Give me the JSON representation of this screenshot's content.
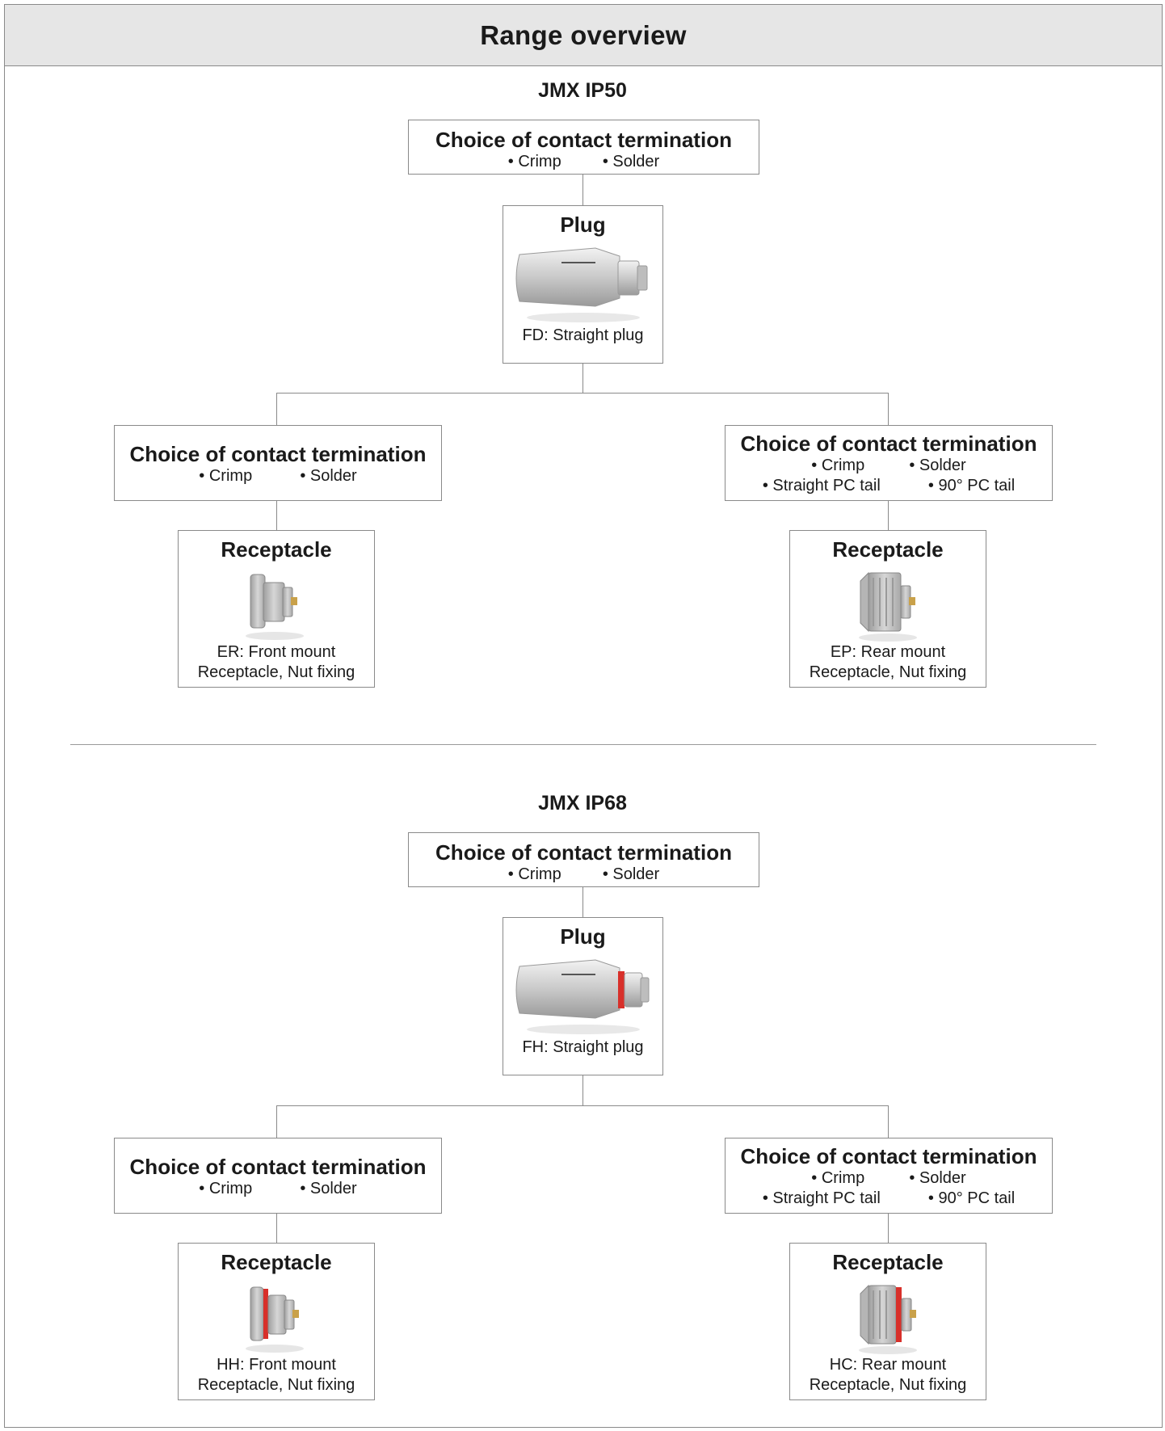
{
  "header": {
    "title": "Range overview"
  },
  "colors": {
    "border": "#8a8a8a",
    "header_bg": "#e6e6e6",
    "seal_red": "#d8302a"
  },
  "sections": [
    {
      "title": "JMX IP50",
      "plug_termination": {
        "title": "Choice of contact termination",
        "options": [
          "• Crimp",
          "• Solder"
        ]
      },
      "plug": {
        "title": "Plug",
        "caption": "FD: Straight plug",
        "icon": "straight-plug-image"
      },
      "left_termination": {
        "title": "Choice of contact termination",
        "options": [
          "• Crimp",
          "• Solder"
        ]
      },
      "right_termination": {
        "title": "Choice of contact termination",
        "options_row1": [
          "• Crimp",
          "• Solder"
        ],
        "options_row2": [
          "• Straight PC tail",
          "• 90° PC tail"
        ]
      },
      "left_receptacle": {
        "title": "Receptacle",
        "caption_line1": "ER: Front mount",
        "caption_line2": "Receptacle, Nut fixing",
        "icon": "front-mount-receptacle-image"
      },
      "right_receptacle": {
        "title": "Receptacle",
        "caption_line1": "EP: Rear mount",
        "caption_line2": "Receptacle, Nut fixing",
        "icon": "rear-mount-receptacle-image"
      }
    },
    {
      "title": "JMX IP68",
      "plug_termination": {
        "title": "Choice of contact termination",
        "options": [
          "• Crimp",
          "• Solder"
        ]
      },
      "plug": {
        "title": "Plug",
        "caption": "FH: Straight plug",
        "icon": "straight-plug-sealed-image"
      },
      "left_termination": {
        "title": "Choice of contact termination",
        "options": [
          "• Crimp",
          "• Solder"
        ]
      },
      "right_termination": {
        "title": "Choice of contact termination",
        "options_row1": [
          "• Crimp",
          "• Solder"
        ],
        "options_row2": [
          "• Straight PC tail",
          "• 90° PC tail"
        ]
      },
      "left_receptacle": {
        "title": "Receptacle",
        "caption_line1": "HH: Front mount",
        "caption_line2": "Receptacle, Nut fixing",
        "icon": "front-mount-receptacle-sealed-image"
      },
      "right_receptacle": {
        "title": "Receptacle",
        "caption_line1": "HC: Rear mount",
        "caption_line2": "Receptacle, Nut fixing",
        "icon": "rear-mount-receptacle-sealed-image"
      }
    }
  ]
}
